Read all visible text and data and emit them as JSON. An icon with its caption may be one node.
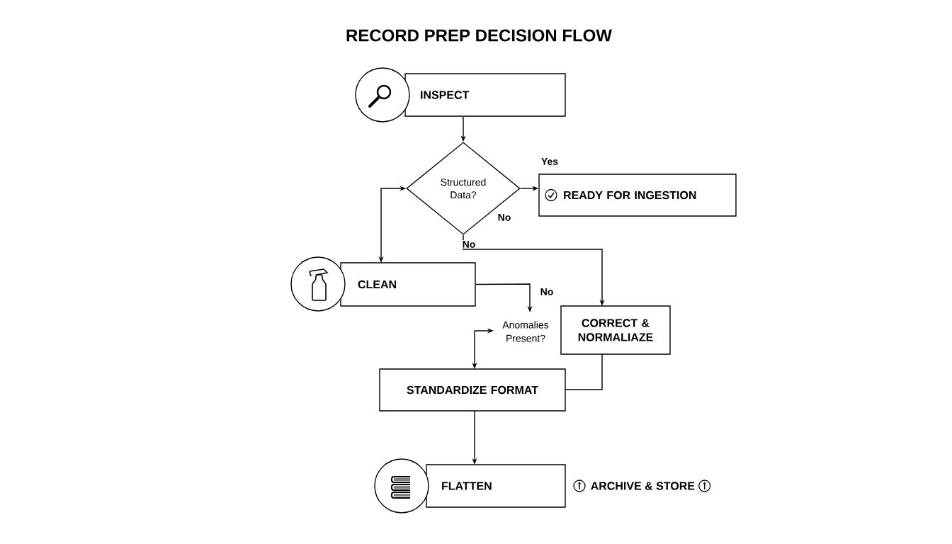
{
  "diagram": {
    "title": "RECORD PREP DECISION FLOW",
    "nodes": [
      {
        "text": [
          "INSPECT"
        ]
      },
      {
        "text": [
          "Structured Data?"
        ]
      },
      {
        "text": [
          "READY FOR INGESTION"
        ]
      },
      {
        "text": [
          "CLEAN"
        ]
      },
      {
        "text": [
          "Anomalies Present?"
        ]
      },
      {
        "text": [
          "CORRECT & NORMALIAZE"
        ]
      },
      {
        "text": [
          "STANDARDIZE FORMAT"
        ]
      },
      {
        "text": [
          "FLATTEN"
        ]
      }
    ],
    "edges": [
      {
        "from": 0,
        "to": 1,
        "arrow": "to"
      },
      {
        "from": 1,
        "to": 2,
        "arrow": "to",
        "label": "Yes"
      },
      {
        "from": 1,
        "to": 3,
        "arrow": "both"
      },
      {
        "from": 1,
        "to": 5,
        "arrow": "to",
        "label": "No"
      },
      {
        "from": 3,
        "to": 4,
        "arrow": "to",
        "label": "No"
      },
      {
        "from": 4,
        "to": 6,
        "arrow": "both"
      },
      {
        "from": 5,
        "to": 6,
        "arrow": "none"
      },
      {
        "from": 6,
        "to": 7,
        "arrow": "to"
      }
    ],
    "labels": [
      "No",
      "ARCHIVE & STORE"
    ]
  }
}
